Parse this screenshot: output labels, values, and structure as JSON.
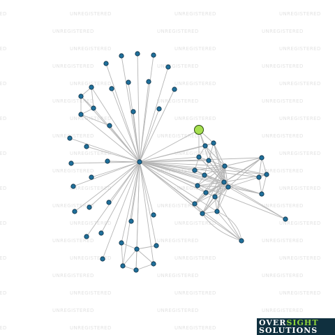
{
  "watermark": {
    "text": "UNREGISTERED"
  },
  "logo": {
    "line1_a": "OVER",
    "line1_b": "SIGHT",
    "line2": "SOLUTIONS"
  },
  "colors": {
    "node": "#1f6f9a",
    "focal_node": "#a6e04f",
    "edge": "#b5b5b5",
    "watermark": "#e2e2e2",
    "logo_bg": "#10303f"
  },
  "graph": {
    "node_count": 65,
    "focal_node_count": 1
  }
}
